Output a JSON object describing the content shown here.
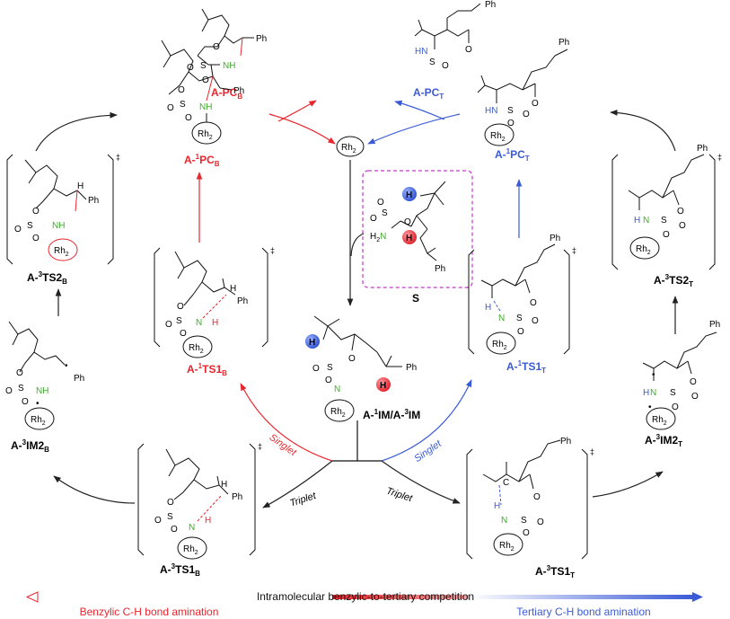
{
  "labels": {
    "pc_b_product": "A-PC",
    "pc_b_product_sub": "B",
    "pc_t_product": "A-PC",
    "pc_t_product_sub": "T",
    "pc1_b": "A-",
    "pc1_b_sup": "1",
    "pc1_b_main": "PC",
    "pc1_b_sub": "B",
    "pc1_t": "A-",
    "pc1_t_sup": "1",
    "pc1_t_main": "PC",
    "pc1_t_sub": "T",
    "ts2_b": "A-",
    "ts2_b_sup": "3",
    "ts2_b_main": "TS2",
    "ts2_b_sub": "B",
    "ts2_t": "A-",
    "ts2_t_sup": "3",
    "ts2_t_main": "TS2",
    "ts2_t_sub": "T",
    "ts1_b_singlet": "A-",
    "ts1_b_singlet_sup": "1",
    "ts1_b_singlet_main": "TS1",
    "ts1_b_singlet_sub": "B",
    "ts1_t_singlet": "A-",
    "ts1_t_singlet_sup": "1",
    "ts1_t_singlet_main": "TS1",
    "ts1_t_singlet_sub": "T",
    "im2_b": "A-",
    "im2_b_sup": "3",
    "im2_b_main": "IM2",
    "im2_b_sub": "B",
    "im2_t": "A-",
    "im2_t_sup": "3",
    "im2_t_main": "IM2",
    "im2_t_sub": "T",
    "ts1_b_triplet": "A-",
    "ts1_b_triplet_sup": "3",
    "ts1_b_triplet_main": "TS1",
    "ts1_b_triplet_sub": "B",
    "ts1_t_triplet": "A-",
    "ts1_t_triplet_sup": "3",
    "ts1_t_triplet_main": "TS1",
    "ts1_t_triplet_sub": "T",
    "im_a": "A-",
    "im_sup1": "1",
    "im_mid": "IM/A-",
    "im_sup3": "3",
    "im_end": "IM",
    "substrate": "S"
  },
  "branches": {
    "singlet_left": "Singlet",
    "singlet_right": "Singlet",
    "triplet_left": "Triplet",
    "triplet_right": "Triplet"
  },
  "footer": {
    "center": "Intramolecular benzylic-to-tertiary competition",
    "left": "Benzylic C-H bond amination",
    "right": "Tertiary C-H bond amination"
  },
  "atoms": {
    "rh2": "Rh",
    "rh2_sub": "2",
    "ph": "Ph",
    "h": "H",
    "n": "N",
    "nh": "NH",
    "hn": "HN",
    "o": "O",
    "s": "S",
    "c": "C",
    "h2n": "H",
    "h2n_sub": "2",
    "dagger": "‡"
  },
  "colors": {
    "benzylic_red": "#e8262d",
    "tertiary_blue": "#3b5bd6",
    "nitrogen_green": "#3fae2a",
    "arrow_black": "#222222",
    "box_magenta": "#c23ac9",
    "bond": "#111111"
  }
}
